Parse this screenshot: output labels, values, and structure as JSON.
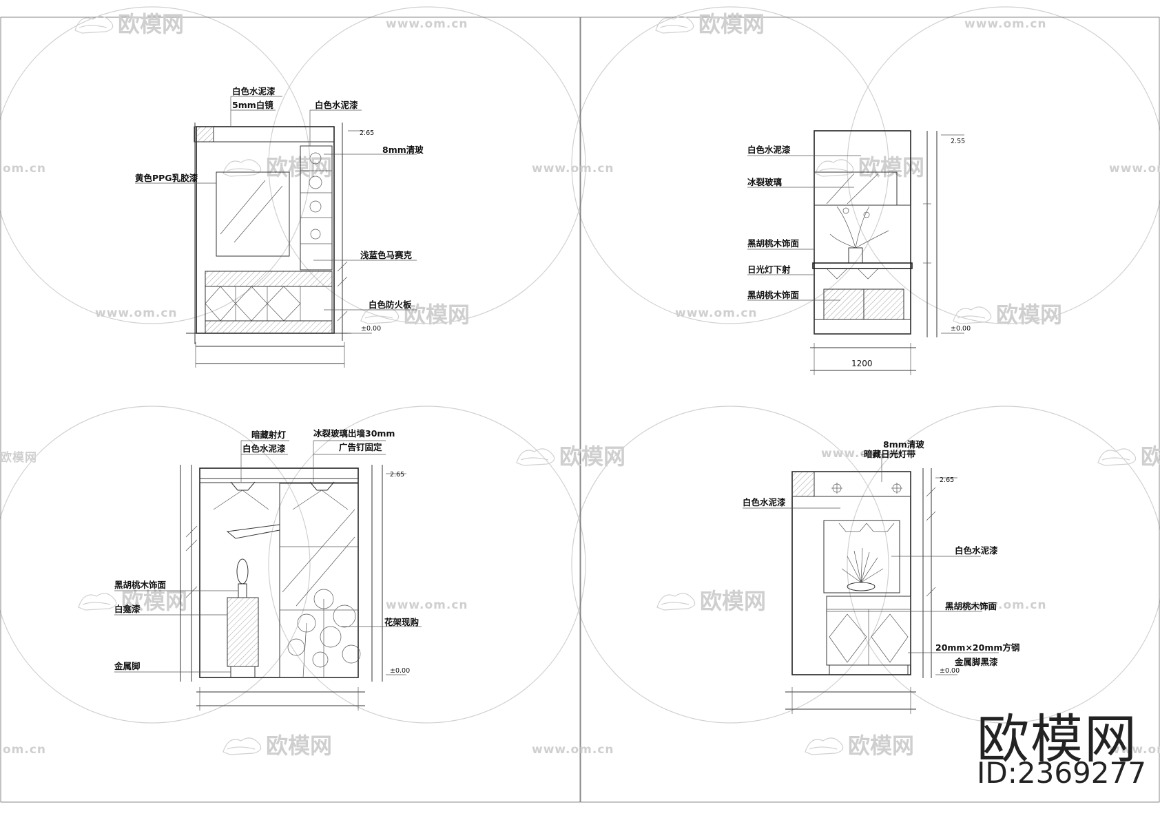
{
  "watermark": {
    "logo_text": "欧模网",
    "url_text": "www.om.cn",
    "url_fragment": "om.cn",
    "url_start_fragment": "www.om.cn",
    "logo_fragment": "欧模网"
  },
  "brand": {
    "name": "欧模网",
    "id_text": "ID:2369277"
  },
  "drawings": {
    "top_left": {
      "labels": {
        "white_cement_paint_1": "白色水泥漆",
        "white_mirror": "5mm白镜",
        "white_cement_paint_2": "白色水泥漆",
        "clear_glass": "8mm清玻",
        "yellow_latex": "黄色PPG乳胶漆",
        "blue_mosaic": "浅蓝色马赛克",
        "white_fireproof": "白色防火板"
      },
      "dims": {
        "top_level": "2.65",
        "zero_level": "±0.00"
      }
    },
    "top_right": {
      "labels": {
        "white_cement_paint": "白色水泥漆",
        "ice_crack_glass": "冰裂玻璃",
        "walnut_1": "黑胡桃木饰面",
        "daylight_down": "日光灯下射",
        "walnut_2": "黑胡桃木饰面"
      },
      "dims": {
        "top_level": "2.55",
        "zero_level": "±0.00",
        "width": "1200"
      }
    },
    "bottom_left": {
      "labels": {
        "hidden_spotlight": "暗藏射灯",
        "white_cement_paint": "白色水泥漆",
        "ice_glass_out": "冰裂玻璃出墙30mm",
        "ad_nail": "广告钉固定",
        "walnut": "黑胡桃木饰面",
        "white_paint": "白龛漆",
        "flower_rack": "花架现购",
        "metal_foot": "金属脚"
      },
      "dims": {
        "top_level": "2.65",
        "zero_level": "±0.00"
      }
    },
    "bottom_right": {
      "labels": {
        "clear_glass": "8mm清玻",
        "hidden_daylight_strip": "暗藏日光灯带",
        "white_cement_paint_1": "白色水泥漆",
        "white_cement_paint_2": "白色水泥漆",
        "walnut": "黑胡桃木饰面",
        "square_steel": "20mm×20mm方钢",
        "metal_foot_black": "金属脚黑漆"
      },
      "dims": {
        "top_level": "2.65",
        "zero_level": "±0.00"
      }
    }
  }
}
